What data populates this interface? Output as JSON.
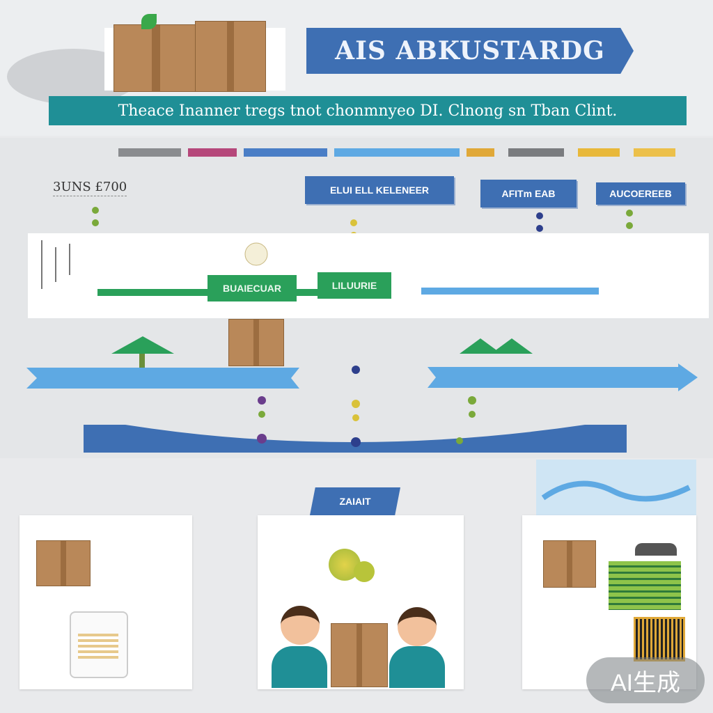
{
  "header": {
    "title": "AIS ABKUSTARDG",
    "subtitle": "Theace Inanner tregs tnot chonmnyeo DI. Clnong sn Tban Clint."
  },
  "timeline": {
    "date_label": "3UNS £700",
    "stage_labels": [
      "ELUI ELL KELENEER",
      "AFITm EAB",
      "AUCOEREEB"
    ],
    "green_labels": [
      "BUAIECUAR",
      "LILUURIE"
    ],
    "bottom_banner": "ZAIAIT"
  },
  "badge": {
    "text": "AI生成"
  },
  "colors": {
    "blue": "#3e6fb3",
    "teal": "#1f8f96",
    "green": "#2aa05a",
    "light_blue": "#5ea9e3",
    "box_brown": "#b98859"
  }
}
